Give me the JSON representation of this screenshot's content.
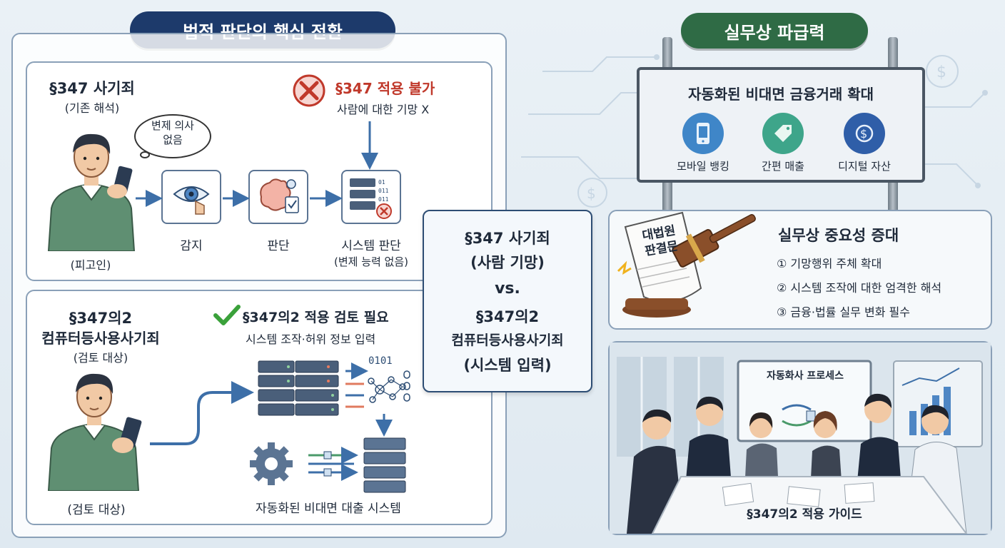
{
  "left_header": "법적 판단의 핵심 전환",
  "right_header": "실무상 파급력",
  "top_section": {
    "title": "§347 사기죄",
    "subtitle": "(기존 해석)",
    "thought": "변제 의사\n없음",
    "person_label": "(피고인)",
    "not_applicable_title": "§347 적용 불가",
    "not_applicable_sub": "사람에 대한 기망 X",
    "flow": [
      "감지",
      "판단"
    ],
    "system_label": "시스템 판단",
    "system_sub": "(변제 능력 없음)"
  },
  "bottom_section": {
    "title_line1": "§347의2",
    "title_line2": "컴퓨터등사용사기죄",
    "subtitle": "(검토 대상)",
    "check_title": "§347의2 적용 검토 필요",
    "check_sub": "시스템 조작·허위 정보 입력",
    "binary": "0101",
    "person_label": "(검토 대상)",
    "system_caption": "자동화된 비대면 대출 시스템"
  },
  "comparison": {
    "line1": "§347 사기죄",
    "line2": "(사람 기망)",
    "line3": "vs.",
    "line4": "§347의2",
    "line5": "컴퓨터등사용사기죄",
    "line6": "(시스템 입력)"
  },
  "sign": {
    "title": "자동화된 비대면 금융거래 확대",
    "items": [
      {
        "label": "모바일 뱅킹",
        "icon": "mobile-icon",
        "color": "#3f86c8"
      },
      {
        "label": "간편 매출",
        "icon": "price-tag-icon",
        "color": "#3ea58a"
      },
      {
        "label": "디지털 자산",
        "icon": "coin-icon",
        "color": "#2f5ea8"
      }
    ]
  },
  "importance": {
    "doc_label": "대법원\n판결문",
    "title": "실무상 중요성 증대",
    "items": [
      "① 기망행위 주체 확대",
      "② 시스템 조작에 대한 엄격한 해석",
      "③ 금융·법률 실무 변화 필수"
    ]
  },
  "meeting": {
    "screen_title": "자동화사 프로세스",
    "caption": "§347의2 적용 가이드"
  },
  "colors": {
    "navy": "#1d3a6b",
    "green": "#2f6b45",
    "red": "#c0392b",
    "check": "#3aa13a",
    "arrow": "#3d6fa8"
  }
}
